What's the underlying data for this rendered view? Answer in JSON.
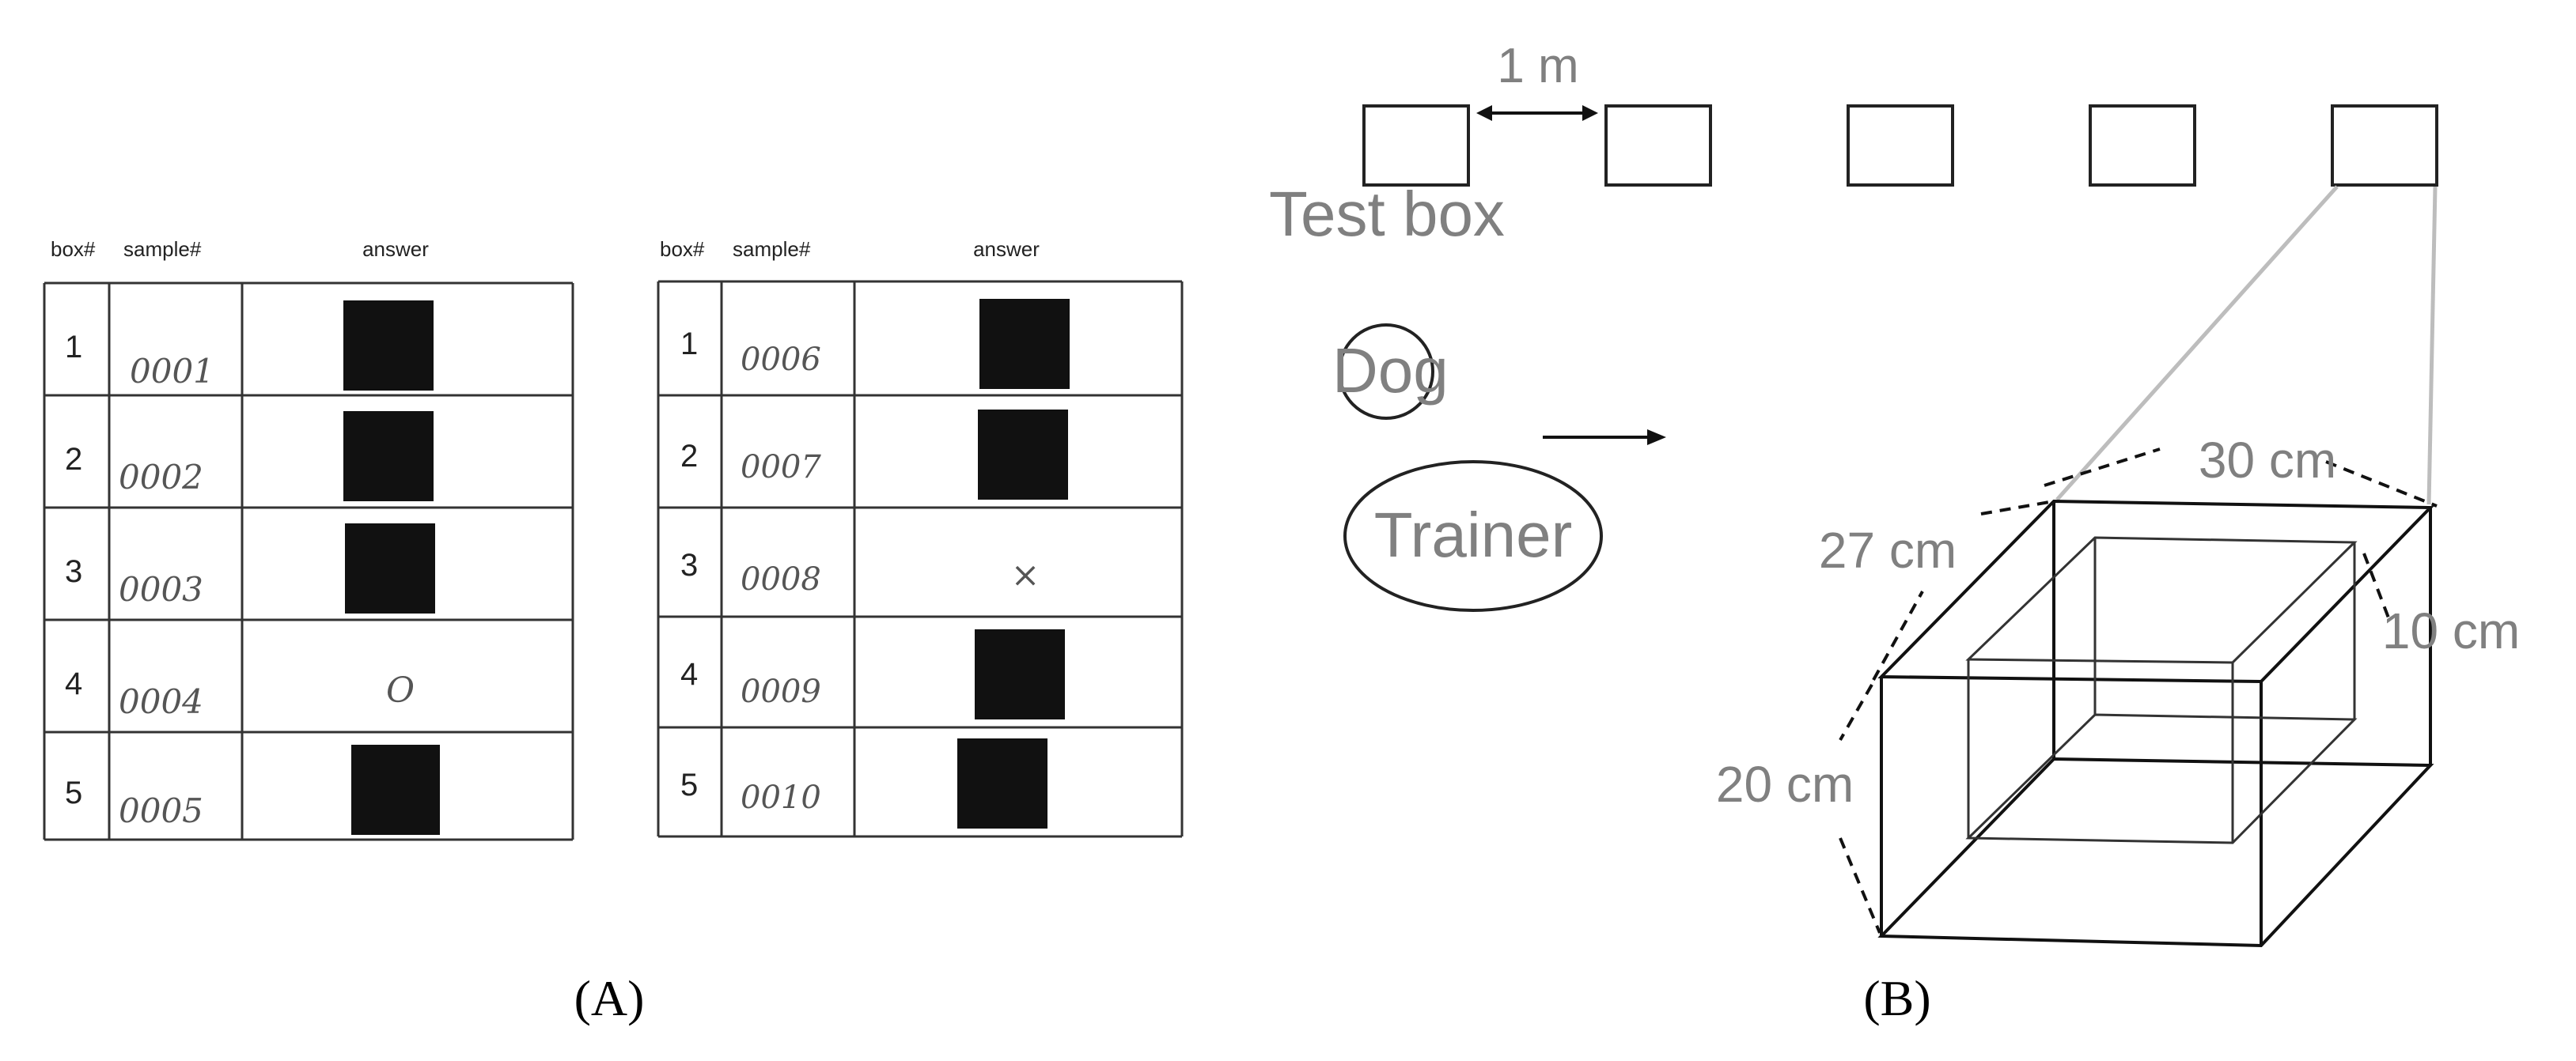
{
  "panel_a": {
    "headers": {
      "box": "box#",
      "sample": "sample#",
      "answer": "answer"
    },
    "sheets": [
      {
        "rows": [
          {
            "box": "1",
            "sample": "0001",
            "answer": "filled"
          },
          {
            "box": "2",
            "sample": "0002",
            "answer": "filled"
          },
          {
            "box": "3",
            "sample": "0003",
            "answer": "filled"
          },
          {
            "box": "4",
            "sample": "0004",
            "answer": "text",
            "answer_text": "O"
          },
          {
            "box": "5",
            "sample": "0005",
            "answer": "filled"
          }
        ]
      },
      {
        "rows": [
          {
            "box": "1",
            "sample": "0006",
            "answer": "filled"
          },
          {
            "box": "2",
            "sample": "0007",
            "answer": "filled"
          },
          {
            "box": "3",
            "sample": "0008",
            "answer": "text",
            "answer_text": "×"
          },
          {
            "box": "4",
            "sample": "0009",
            "answer": "filled"
          },
          {
            "box": "5",
            "sample": "0010",
            "answer": "filled"
          }
        ]
      }
    ],
    "caption": "(A)"
  },
  "panel_b": {
    "spacing_label": "1 m",
    "test_box_label": "Test box",
    "dog_label": "Dog",
    "trainer_label": "Trainer",
    "dimensions": {
      "length": "30 cm",
      "width": "27 cm",
      "inner_depth": "10 cm",
      "height": "20 cm"
    },
    "caption": "(B)"
  },
  "colors": {
    "ink": "#111111",
    "label_grey": "#808080",
    "leader_grey": "#bdbdbd"
  }
}
